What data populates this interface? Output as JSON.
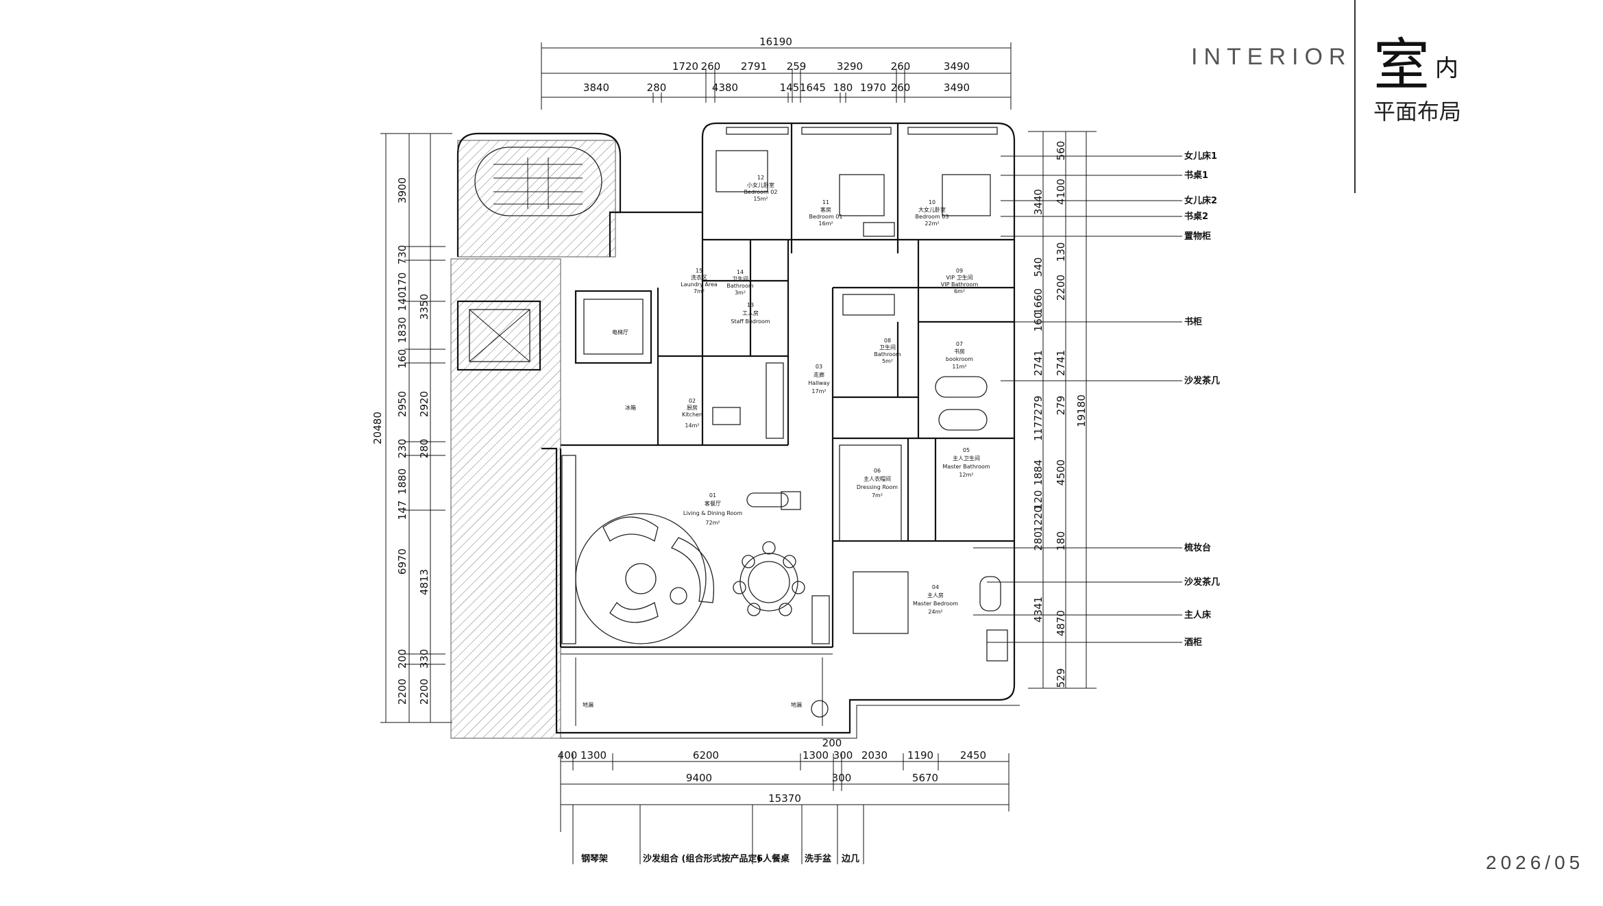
{
  "header": {
    "en_title": "INTERIOR",
    "cn_big": "室",
    "cn_small": "内",
    "subtitle": "平面布局",
    "date": "2026/05"
  },
  "dimensions": {
    "top_total": "16190",
    "top_row1": [
      "1720",
      "260",
      "2791",
      "259",
      "3290",
      "260",
      "3490"
    ],
    "top_row2": [
      "3840",
      "280",
      "4380",
      "145",
      "1645",
      "180",
      "1970",
      "260",
      "3490"
    ],
    "left_total": "20480",
    "left_outer": [
      "3900",
      "730",
      "170",
      "140",
      "3350",
      "1830",
      "160",
      "2950",
      "230",
      "1880",
      "147",
      "6970",
      "200",
      "2200"
    ],
    "left_inner": [
      "2920",
      "280",
      "4813",
      "330",
      "2200"
    ],
    "right_total": "19180",
    "right_outer": [
      "560",
      "4100",
      "130",
      "2200",
      "2741",
      "279",
      "4500",
      "180",
      "4870",
      "529"
    ],
    "right_inner": [
      "3440",
      "540",
      "1660",
      "160",
      "2741",
      "279",
      "1177",
      "1884",
      "120",
      "1220",
      "280",
      "4341"
    ],
    "bottom_row1": [
      "400",
      "1300",
      "6200",
      "1300",
      "300",
      "2030",
      "1190",
      "2450"
    ],
    "bottom_row2": [
      "9400",
      "300",
      "5670"
    ],
    "bottom_total": "15370",
    "bottom_small": "200"
  },
  "right_labels": [
    "女儿床1",
    "书桌1",
    "女儿床2",
    "书桌2",
    "置物柜",
    "书柜",
    "沙发茶几",
    "梳妆台",
    "沙发茶几",
    "主人床",
    "酒柜"
  ],
  "bottom_labels": [
    "钢琴架",
    "沙发组合 (组合形式按产品定)",
    "6人餐桌",
    "洗手盆",
    "边几"
  ],
  "rooms": [
    {
      "no": "12",
      "cn": "小女儿卧室",
      "en": "Bedroom 02",
      "area": "15m²"
    },
    {
      "no": "11",
      "cn": "客房",
      "en": "Bedroom 01",
      "area": "16m²"
    },
    {
      "no": "10",
      "cn": "大女儿卧室",
      "en": "Bedroom 03",
      "area": "22m²"
    },
    {
      "no": "15",
      "cn": "洗衣区",
      "en": "Laundry Area",
      "area": "7m²"
    },
    {
      "no": "14",
      "cn": "卫生间",
      "en": "Bathroom",
      "area": "3m²"
    },
    {
      "no": "13",
      "cn": "工人房",
      "en": "Staff Bedroom",
      "area": ""
    },
    {
      "no": "02",
      "cn": "厨房",
      "en": "Kitchen",
      "area": "14m²"
    },
    {
      "no": "03",
      "cn": "走廊",
      "en": "Hallway",
      "area": "17m²"
    },
    {
      "no": "08",
      "cn": "卫生间",
      "en": "Bathroom",
      "area": "5m²"
    },
    {
      "no": "07",
      "cn": "书房",
      "en": "bookroom",
      "area": "11m²"
    },
    {
      "no": "09",
      "cn": "VIP 卫生间",
      "en": "VIP Bathroom",
      "area": "6m²"
    },
    {
      "no": "06",
      "cn": "主人衣帽间",
      "en": "Dressing Room",
      "area": "7m²"
    },
    {
      "no": "05",
      "cn": "主人卫生间",
      "en": "Master Bathroom",
      "area": "12m²"
    },
    {
      "no": "01",
      "cn": "客餐厅",
      "en": "Living & Dining Room",
      "area": "72m²"
    },
    {
      "no": "04",
      "cn": "主人房",
      "en": "Master Bedroom",
      "area": "24m²"
    }
  ],
  "misc": {
    "lift_label": "电梯厅",
    "fridge": "冰箱",
    "drain1": "地漏",
    "drain2": "地漏"
  }
}
